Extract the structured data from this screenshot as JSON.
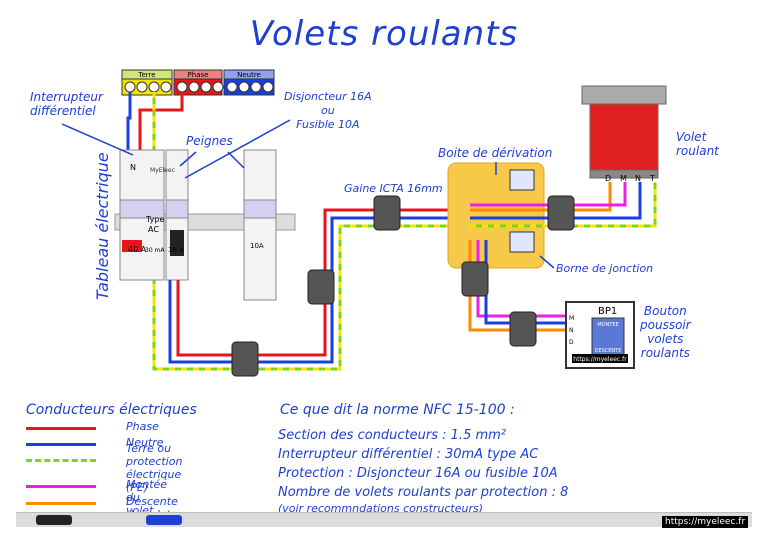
{
  "title": "Volets roulants",
  "terminals": {
    "terre": "Terre",
    "phase": "Phase",
    "neutre": "Neutre"
  },
  "labels": {
    "interrupteur": [
      "Interrupteur",
      "différentiel"
    ],
    "disjoncteur": [
      "Disjoncteur 16A",
      "ou",
      "Fusible 10A"
    ],
    "peignes": "Peignes",
    "tableau": "Tableau électrique",
    "boite": "Boite de dérivation",
    "gaine": "Gaine ICTA 16mm",
    "volet": [
      "Volet",
      "roulant"
    ],
    "borne": "Borne de jonction",
    "bouton": [
      "Bouton",
      "poussoir",
      "volets",
      "roulants"
    ],
    "volet_terminals": [
      "D",
      "M",
      "N",
      "T"
    ],
    "bp1": "BP1",
    "bp1_montee": "MONTEE",
    "bp1_descente": "DESCENTE",
    "bp1_terminals": [
      "M",
      "N",
      "D"
    ],
    "bp1_url": "https://myeleec.fr",
    "inter_type": [
      "Type",
      "AC"
    ],
    "inter_rating": "40 A",
    "inter_sens": "30 mA",
    "disj_rating": "16 A",
    "disj3_rating": "10A",
    "brand": "MyEleec",
    "pole": "N"
  },
  "legend": {
    "title": "Conducteurs électriques",
    "items": [
      {
        "text": [
          "Phase"
        ],
        "color": "#e8161b"
      },
      {
        "text": [
          "Neutre"
        ],
        "color": "#1a3fe0"
      },
      {
        "text": [
          "Terre ou",
          "protection électrique (PE)"
        ],
        "color": "#7ed321",
        "dash": "#f5e400"
      },
      {
        "text": [
          "Montée du volet"
        ],
        "color": "#ee1ee8"
      },
      {
        "text": [
          "Descente du volet"
        ],
        "color": "#ff8a00"
      }
    ]
  },
  "norm": {
    "title": "Ce que dit la norme NFC 15-100 :",
    "lines": [
      "Section des conducteurs : 1.5 mm²",
      "Interrupteur différentiel : 30mA type AC",
      "Protection : Disjoncteur 16A ou fusible 10A",
      "Nombre de volets roulants par protection : 8",
      "(voir recommndations constructeurs)"
    ]
  },
  "footer_url": "https://myeleec.fr",
  "colors": {
    "ink": "#1e3fd0",
    "phase": "#e8161b",
    "neutre": "#1a3fe0",
    "terre": "#7ed321",
    "terre_dash": "#f5e400",
    "montee": "#ee1ee8",
    "descente": "#ff8a00",
    "box": "#f7c948",
    "shutter": "#e02020"
  }
}
